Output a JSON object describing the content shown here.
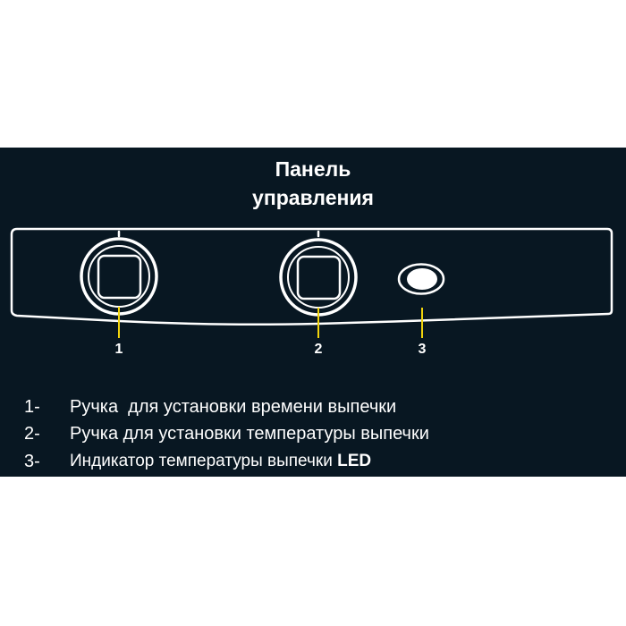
{
  "title": {
    "line1": "Панель",
    "line2": "управления"
  },
  "colors": {
    "background": "#081722",
    "outline": "#ffffff",
    "callout_line": "#f2d40c",
    "page": "#ffffff"
  },
  "panel": {
    "controls": [
      {
        "id": 1,
        "type": "knob",
        "icon": "rotary-knob-icon",
        "label": "1"
      },
      {
        "id": 2,
        "type": "knob",
        "icon": "rotary-knob-icon",
        "label": "2"
      },
      {
        "id": 3,
        "type": "led",
        "icon": "led-indicator-icon",
        "label": "3"
      }
    ]
  },
  "legend": {
    "items": [
      {
        "number": "1-",
        "text": "Ручка  для установки времени выпечки",
        "suffix": ""
      },
      {
        "number": "2-",
        "text": "Ручка для установки температуры выпечки",
        "suffix": ""
      },
      {
        "number": "3-",
        "text": "Индикатор температуры выпечки ",
        "suffix": "LED"
      }
    ]
  }
}
